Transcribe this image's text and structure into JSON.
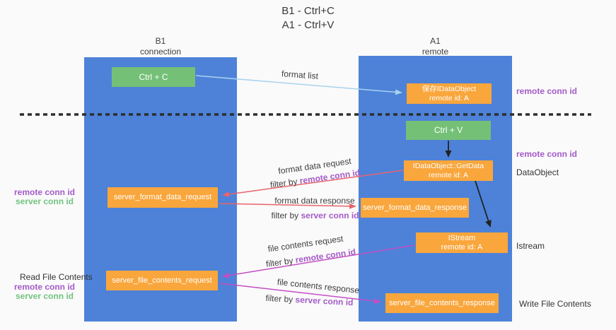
{
  "title": {
    "line1": "B1 - Ctrl+C",
    "line2": "A1 - Ctrl+V"
  },
  "lanes": {
    "left": {
      "header_line1": "B1",
      "header_line2": "connection"
    },
    "right": {
      "header_line1": "A1",
      "header_line2": "remote"
    }
  },
  "nodes": {
    "ctrl_c": {
      "label": "Ctrl + C"
    },
    "ctrl_v": {
      "label": "Ctrl + V"
    },
    "save_dataobject": {
      "line1": "保存IDataObject",
      "line2": "remote id: A"
    },
    "getdata": {
      "line1": "IDataObject::GetData",
      "line2": "remote id: A"
    },
    "istream": {
      "line1": "IStream",
      "line2": "remote id: A"
    },
    "format_request": {
      "label": "server_format_data_request"
    },
    "format_response": {
      "label": "server_format_data_response"
    },
    "file_request": {
      "label": "server_file_contents_request"
    },
    "file_response": {
      "label": "server_file_contents_response"
    }
  },
  "flow_labels": {
    "format_list": "format list",
    "format_data_request": "format data request",
    "format_data_request_filter": {
      "prefix": "filter by ",
      "key": "remote conn id"
    },
    "format_data_response": "format data response",
    "format_data_response_filter": {
      "prefix": "filter by ",
      "key": "server conn id"
    },
    "file_contents_request": "file contents request",
    "file_contents_request_filter": {
      "prefix": "filter by ",
      "key": "remote conn id"
    },
    "file_contents_response": "file contents response",
    "file_contents_response_filter": {
      "prefix": "filter by ",
      "key": "server conn id"
    }
  },
  "side_labels": {
    "right_top_conn": "remote conn id",
    "right_mid_conn": "remote conn id",
    "dataobject": "DataObject",
    "istream": "Istream",
    "write_file_contents": "Write File Contents",
    "read_file_contents": "Read File Contents",
    "left_format": {
      "remote": "remote conn id",
      "server": "server conn id"
    },
    "left_file": {
      "remote": "remote conn id",
      "server": "server conn id"
    }
  },
  "colors": {
    "lane_blue": "#4d82d8",
    "node_green": "#74c077",
    "node_orange": "#f9a63c",
    "arrow_light_blue": "#a9d2ee",
    "arrow_red": "#e8646b",
    "arrow_magenta": "#c44ec4",
    "arrow_black": "#222222",
    "text_purple": "#a45bc8",
    "text_green": "#72c381"
  }
}
